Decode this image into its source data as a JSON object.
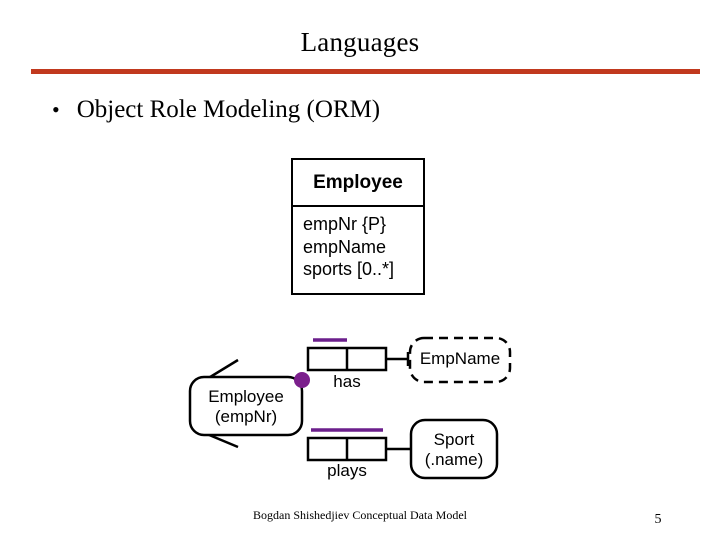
{
  "slide": {
    "title": "Languages",
    "rule_color": "#c1391e",
    "page_number": "5",
    "footer": "Bogdan Shishedjiev Conceptual Data Model"
  },
  "bullets": [
    {
      "marker": "•",
      "text": "Object Role Modeling (ORM)"
    }
  ],
  "uml_class": {
    "name": "Employee",
    "attributes": [
      "empNr {P}",
      "empName",
      "sports [0..*]"
    ]
  },
  "orm_diagram": {
    "entities": [
      {
        "id": "employee",
        "line1": "Employee",
        "line2": "(empNr)",
        "style": "solid-rounded"
      },
      {
        "id": "sport",
        "line1": "Sport",
        "line2": "(.name)",
        "style": "solid-rounded"
      }
    ],
    "value_types": [
      {
        "id": "empname",
        "label": "EmpName",
        "style": "dashed-rounded"
      }
    ],
    "fact_types": [
      {
        "id": "has",
        "label": "has",
        "roles": 2,
        "uniqueness": "first-role"
      },
      {
        "id": "plays",
        "label": "plays",
        "roles": 2,
        "uniqueness": "spanning"
      }
    ],
    "constraints": [
      {
        "type": "mandatory-role-dot",
        "on": "employee",
        "color": "#7b1f8c"
      }
    ],
    "colors": {
      "uniqueness_bar": "#6b1f8c",
      "mandatory_dot": "#7b1f8c",
      "shape_stroke": "#000000"
    }
  }
}
